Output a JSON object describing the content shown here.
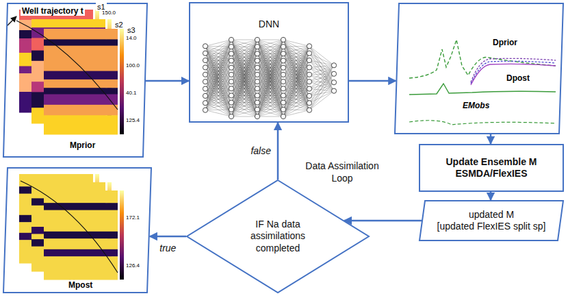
{
  "diagram": {
    "nodes": [
      {
        "text": [
          "Well trajectory t",
          "s1",
          "s2",
          "s3",
          "150.0",
          "14.0",
          "100.0",
          "40.1",
          "125.4",
          "Mprior"
        ]
      },
      {
        "text": [
          "DNN"
        ]
      },
      {
        "text": [
          "Dprior",
          "Dpost",
          "EMobs"
        ]
      },
      {
        "text": [
          "Update Ensemble M ESMDA/FlexIES"
        ]
      },
      {
        "text": [
          "updated M",
          "[updated FlexIES split sp]"
        ]
      },
      {
        "text": [
          "IF Na data assimilations completed"
        ]
      },
      {
        "text": [
          "172.1",
          "126.4",
          "Mpost"
        ]
      }
    ],
    "edges": [
      {
        "from": 0,
        "to": 1,
        "arrow": "to"
      },
      {
        "from": 1,
        "to": 2,
        "arrow": "to"
      },
      {
        "from": 2,
        "to": 3,
        "arrow": "to"
      },
      {
        "from": 3,
        "to": 4,
        "arrow": "to"
      },
      {
        "from": 4,
        "to": 5,
        "arrow": "to"
      },
      {
        "from": 5,
        "to": 1,
        "label": "false",
        "arrow": "to"
      },
      {
        "from": 5,
        "to": 6,
        "label": "true",
        "arrow": "to"
      }
    ],
    "labels": [
      "Data Assimilation Loop"
    ]
  }
}
